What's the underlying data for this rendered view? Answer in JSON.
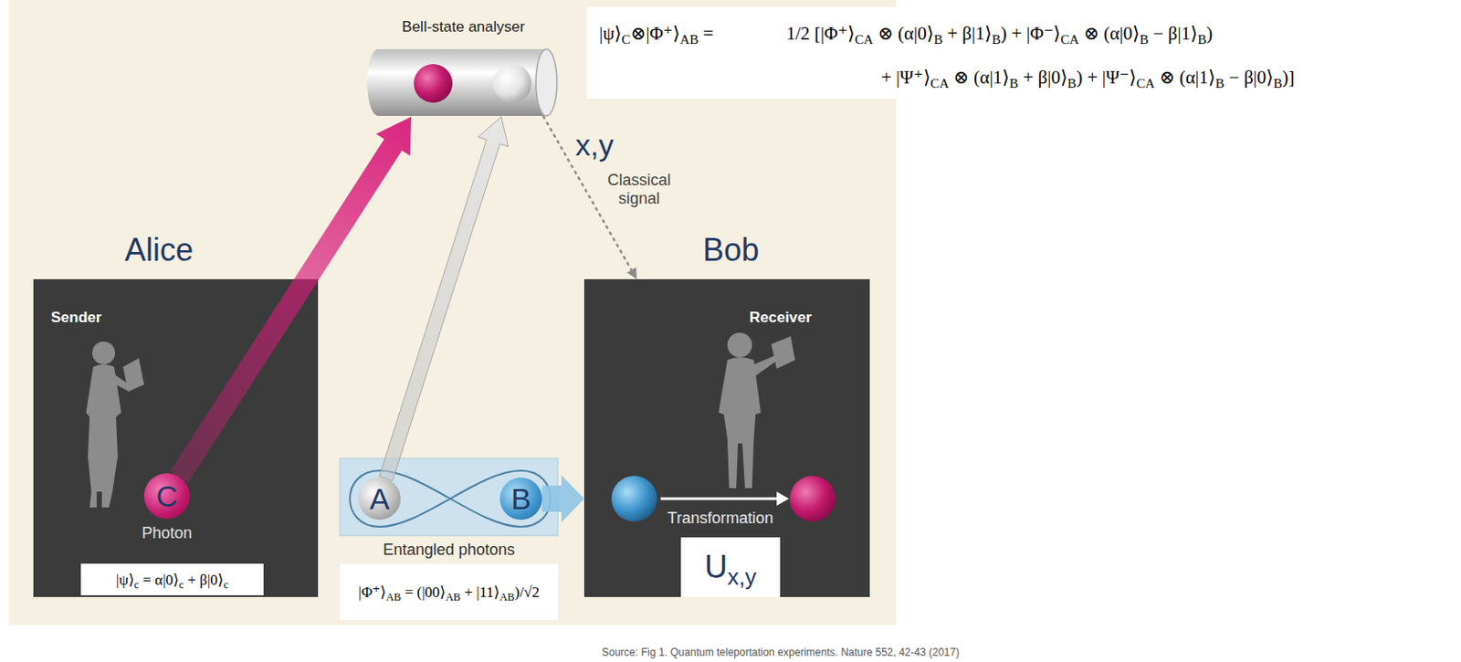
{
  "diagram": {
    "nodes": [
      {
        "text": [
          "Bell-state analyser"
        ]
      },
      {
        "text": [
          "Alice",
          "Sender"
        ]
      },
      {
        "text": [
          "C",
          "Photon"
        ],
        "in": 1
      },
      {
        "text": [
          "|ψ⟩c = α|0⟩c + β|0⟩c"
        ],
        "in": 1
      },
      {
        "text": [
          "Entangled photons"
        ]
      },
      {
        "text": [
          "A"
        ],
        "in": 4
      },
      {
        "text": [
          "B"
        ],
        "in": 4
      },
      {
        "text": [
          "|Φ⁺⟩AB = (|00⟩AB + |11⟩AB)/√2"
        ]
      },
      {
        "text": [
          "Bob",
          "Receiver"
        ]
      },
      {
        "text": [
          "Ux,y"
        ],
        "in": 8
      }
    ],
    "edges": [
      {
        "from": 2,
        "to": 0,
        "arrow": "to"
      },
      {
        "from": 5,
        "to": 0,
        "arrow": "to"
      },
      {
        "from": 0,
        "to": 8,
        "label": "Classical signal",
        "arrow": "to"
      },
      {
        "from": 6,
        "to": 8,
        "arrow": "to"
      }
    ],
    "labels": [
      "|ψ⟩C⊗|Φ⁺⟩AB =",
      "1/2 [|Φ⁺⟩CA ⊗ (α|0⟩B + β|1⟩B) + |Φ⁻⟩CA ⊗ (α|0⟩B − β|1⟩B)",
      "+ |Ψ⁺⟩CA ⊗ (α|1⟩B + β|0⟩B) + |Ψ⁻⟩CA ⊗ (α|1⟩B − β|0⟩B)]",
      "x,y",
      "Transformation",
      "Source: Fig 1. Quantum teleportation experiments. Nature 552, 42-43 (2017)"
    ]
  }
}
